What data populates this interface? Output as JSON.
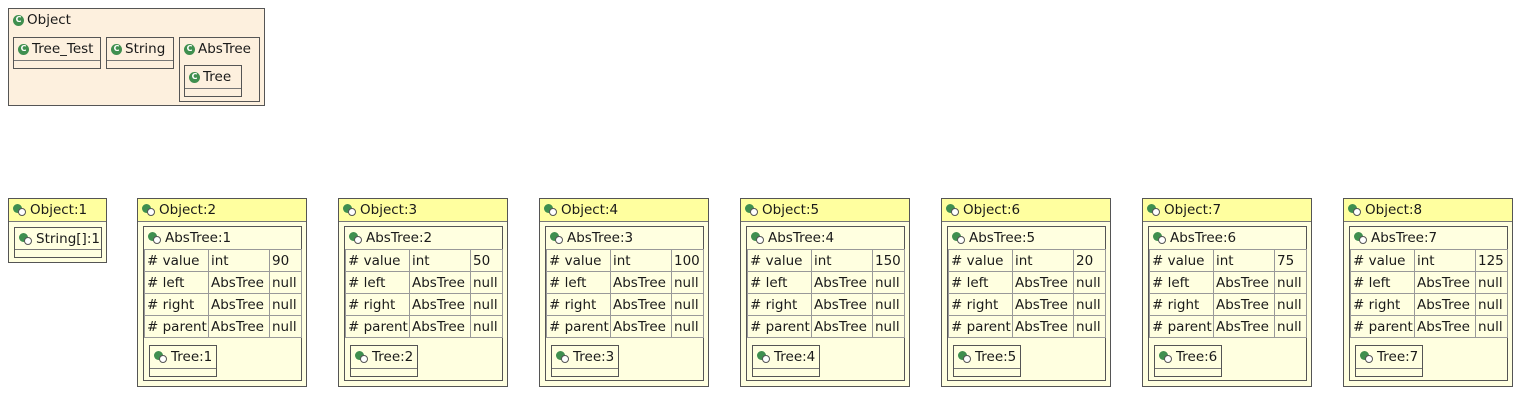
{
  "class_diagram": {
    "object": "Object",
    "tree_test": "Tree_Test",
    "string": "String",
    "abstree": "AbsTree",
    "tree": "Tree"
  },
  "object1": {
    "title": "Object:1",
    "inner": "String[]:1"
  },
  "field_names": [
    "# value",
    "# left",
    "# right",
    "# parent"
  ],
  "field_types": [
    "int",
    "AbsTree",
    "AbsTree",
    "AbsTree"
  ],
  "instances": [
    {
      "title": "Object:2",
      "abstree": "AbsTree:1",
      "values": [
        "90",
        "null",
        "null",
        "null"
      ],
      "tree": "Tree:1"
    },
    {
      "title": "Object:3",
      "abstree": "AbsTree:2",
      "values": [
        "50",
        "null",
        "null",
        "null"
      ],
      "tree": "Tree:2"
    },
    {
      "title": "Object:4",
      "abstree": "AbsTree:3",
      "values": [
        "100",
        "null",
        "null",
        "null"
      ],
      "tree": "Tree:3"
    },
    {
      "title": "Object:5",
      "abstree": "AbsTree:4",
      "values": [
        "150",
        "null",
        "null",
        "null"
      ],
      "tree": "Tree:4"
    },
    {
      "title": "Object:6",
      "abstree": "AbsTree:5",
      "values": [
        "20",
        "null",
        "null",
        "null"
      ],
      "tree": "Tree:5"
    },
    {
      "title": "Object:7",
      "abstree": "AbsTree:6",
      "values": [
        "75",
        "null",
        "null",
        "null"
      ],
      "tree": "Tree:6"
    },
    {
      "title": "Object:8",
      "abstree": "AbsTree:7",
      "values": [
        "125",
        "null",
        "null",
        "null"
      ],
      "tree": "Tree:7"
    }
  ],
  "colors": {
    "class_fill": "#fdf0de",
    "object_header": "#ffff9f",
    "object_fill": "#ffffe0",
    "icon_green": "#3f8f4f"
  }
}
